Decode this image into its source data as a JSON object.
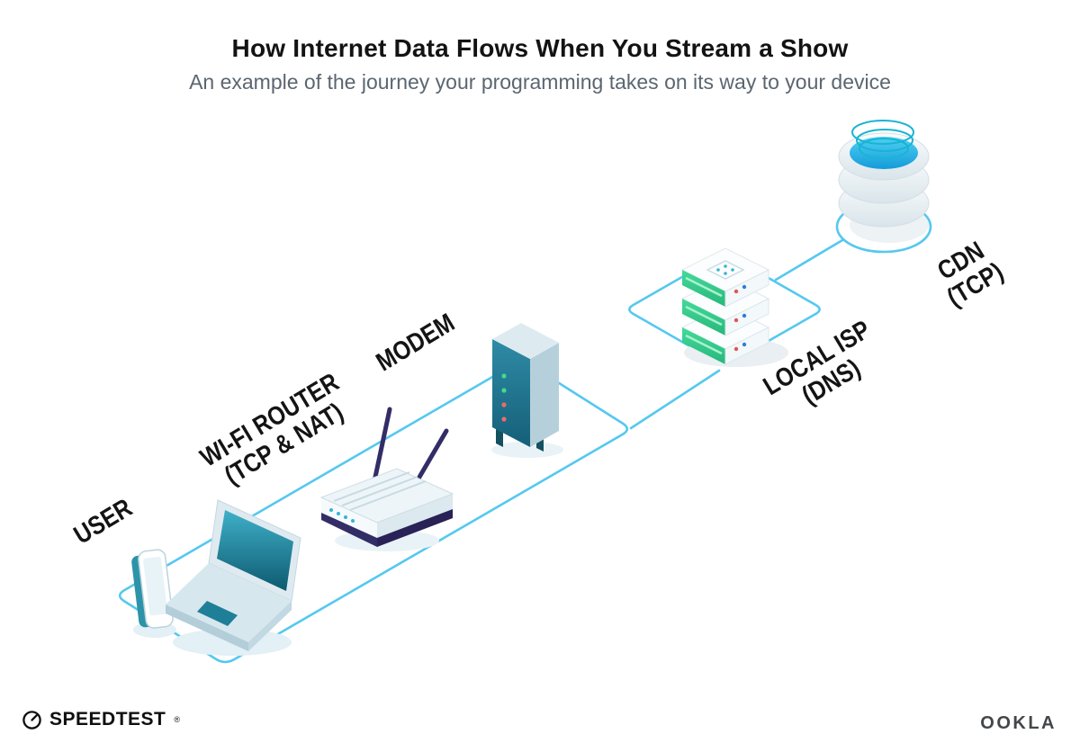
{
  "header": {
    "title": "How Internet Data Flows When You Stream a Show",
    "subtitle": "An example of the journey your programming takes on its way to your device"
  },
  "diagram": {
    "nodes": [
      {
        "id": "user",
        "label": "USER",
        "sublabel": ""
      },
      {
        "id": "wifi-router",
        "label": "WI-FI ROUTER",
        "sublabel": "(TCP & NAT)"
      },
      {
        "id": "modem",
        "label": "MODEM",
        "sublabel": ""
      },
      {
        "id": "local-isp",
        "label": "LOCAL ISP",
        "sublabel": "(DNS)"
      },
      {
        "id": "cdn",
        "label": "CDN",
        "sublabel": "(TCP)"
      }
    ],
    "flow_order": [
      "USER",
      "WI-FI ROUTER",
      "MODEM",
      "LOCAL ISP",
      "CDN"
    ]
  },
  "footer": {
    "speedtest_icon": "gauge-icon",
    "speedtest_label": "SPEEDTEST",
    "speedtest_trademark": "®",
    "ookla_label": "OOKLA"
  },
  "colors": {
    "path_line": "#55c8ef",
    "teal_screen": "#1f7f98",
    "server_green": "#34c98a",
    "navy_accent": "#332d66",
    "cyan_pool": "#29b6e8",
    "text_dark": "#141414",
    "text_gray": "#5b6670"
  }
}
